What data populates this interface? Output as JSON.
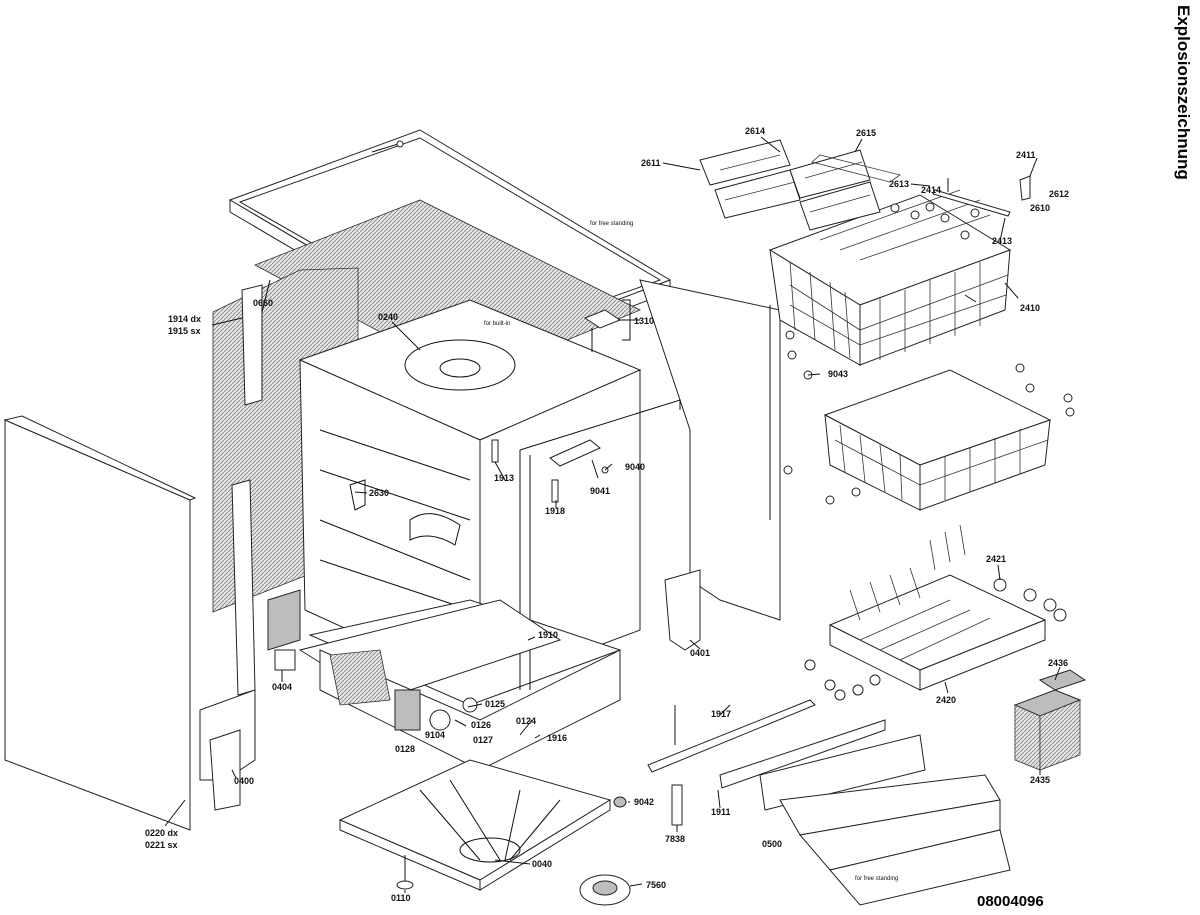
{
  "title": "Explosionszeichnung",
  "drawing_number": "08004096",
  "notes": {
    "free_standing_top": "for free standing",
    "built_in": "for built-in",
    "free_standing_bottom": "for free standing"
  },
  "parts": {
    "p2614": "2614",
    "p2615": "2615",
    "p2611": "2611",
    "p2613": "2613",
    "p2411": "2411",
    "p2414": "2414",
    "p2612": "2612",
    "p2610": "2610",
    "p2413": "2413",
    "p2410": "2410",
    "p9043": "9043",
    "p0660": "0660",
    "p1914": "1914 dx",
    "p1915": "1915 sx",
    "p0240": "0240",
    "p1310": "1310",
    "p1913": "1913",
    "p9040": "9040",
    "p9041": "9041",
    "p1918": "1918",
    "p2630": "2630",
    "p1910": "1910",
    "p0401": "0401",
    "p2421": "2421",
    "p2420": "2420",
    "p2436": "2436",
    "p2435": "2435",
    "p0404": "0404",
    "p0125": "0125",
    "p0124": "0124",
    "p0126": "0126",
    "p9104": "9104",
    "p0127": "0127",
    "p0128": "0128",
    "p1916": "1916",
    "p1917": "1917",
    "p0400": "0400",
    "p1911": "1911",
    "p9042": "9042",
    "p7838": "7838",
    "p0500": "0500",
    "p0220": "0220 dx",
    "p0221": "0221 sx",
    "p0040": "0040",
    "p0110": "0110",
    "p7560": "7560"
  }
}
